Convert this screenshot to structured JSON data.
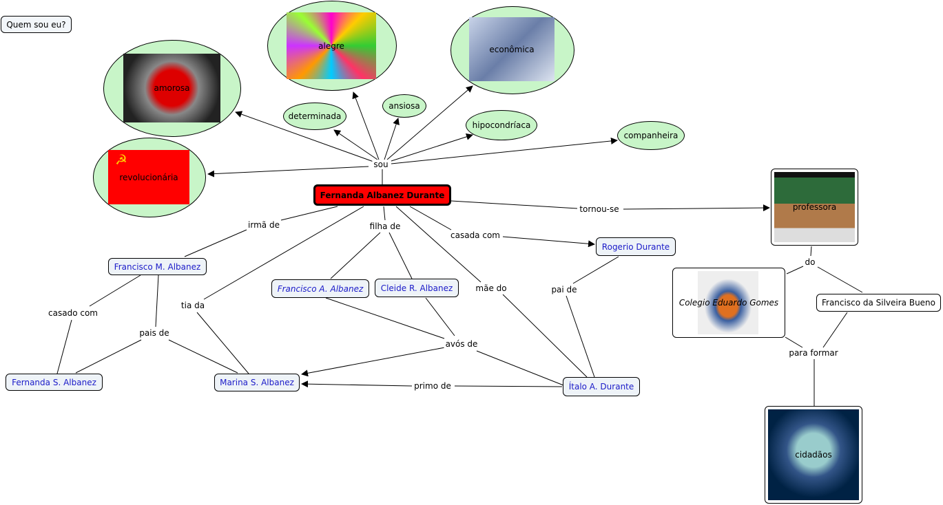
{
  "concepts": {
    "quem": "Quem sou eu?",
    "main": "Fernanda Albanez Durante",
    "amorosa": "amorosa",
    "alegre": "alegre",
    "economica": "econômica",
    "revolucionaria": "revolucionária",
    "determinada": "determinada",
    "ansiosa": "ansiosa",
    "hipocondriaca": "hipocondríaca",
    "companheira": "companheira",
    "professora": "professora",
    "colegio": "Colegio Eduardo Gomes",
    "bueno": "Francisco da Silveira Bueno",
    "cidadaos": "cidadãos",
    "rogerio": "Rogerio Durante",
    "franciscoM": "Francisco M. Albanez",
    "franciscoA": "Francisco A. Albanez",
    "cleide": "Cleide R. Albanez",
    "fernandaS": "Fernanda S. Albanez",
    "marina": "Marina S. Albanez",
    "italo": "Ítalo A. Durante"
  },
  "links": {
    "sou": "sou",
    "tornou": "tornou-se",
    "do": "do",
    "para": "para formar",
    "casada": "casada com",
    "pai": "pai de",
    "mae": "mãe do",
    "filha": "filha de",
    "irma": "irmã de",
    "tia": "tia da",
    "casado": "casado com",
    "pais": "pais de",
    "avos": "avós de",
    "primo": "primo de"
  },
  "colors": {
    "main": "#ff0000",
    "attribute": "#c8f5c8",
    "person_text": "#1a1ac8",
    "person_bg": "#eef3f8"
  }
}
